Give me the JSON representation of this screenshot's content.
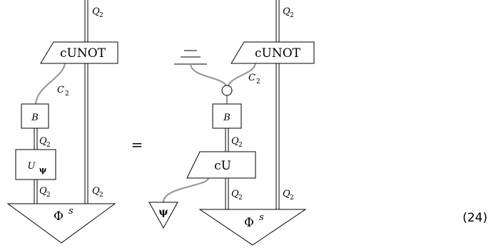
{
  "equation_number": "(24)",
  "equals_sign": "=",
  "lhs": {
    "q2_top": "Q",
    "q2_sub": "2",
    "cunot": "cUNOT",
    "c2": "C",
    "c2_sub": "2",
    "b": "B",
    "q2_mid": "Q",
    "q2_mid_sub": "2",
    "u": "U",
    "u_sub": "ψ",
    "q2_low_left": "Q",
    "q2_low_left_sub": "2",
    "q2_low_right": "Q",
    "q2_low_right_sub": "2",
    "phi": "Φ",
    "phi_sup": "s"
  },
  "rhs": {
    "q2_top": "Q",
    "q2_sub": "2",
    "cunot": "cUNOT",
    "c2": "C",
    "c2_sub": "2",
    "b": "B",
    "q2_mid": "Q",
    "q2_mid_sub": "2",
    "cu": "cU",
    "psi": "ψ",
    "q2_low_left": "Q",
    "q2_low_left_sub": "2",
    "q2_low_right": "Q",
    "q2_low_right_sub": "2",
    "phi": "Φ",
    "phi_sup": "s"
  }
}
